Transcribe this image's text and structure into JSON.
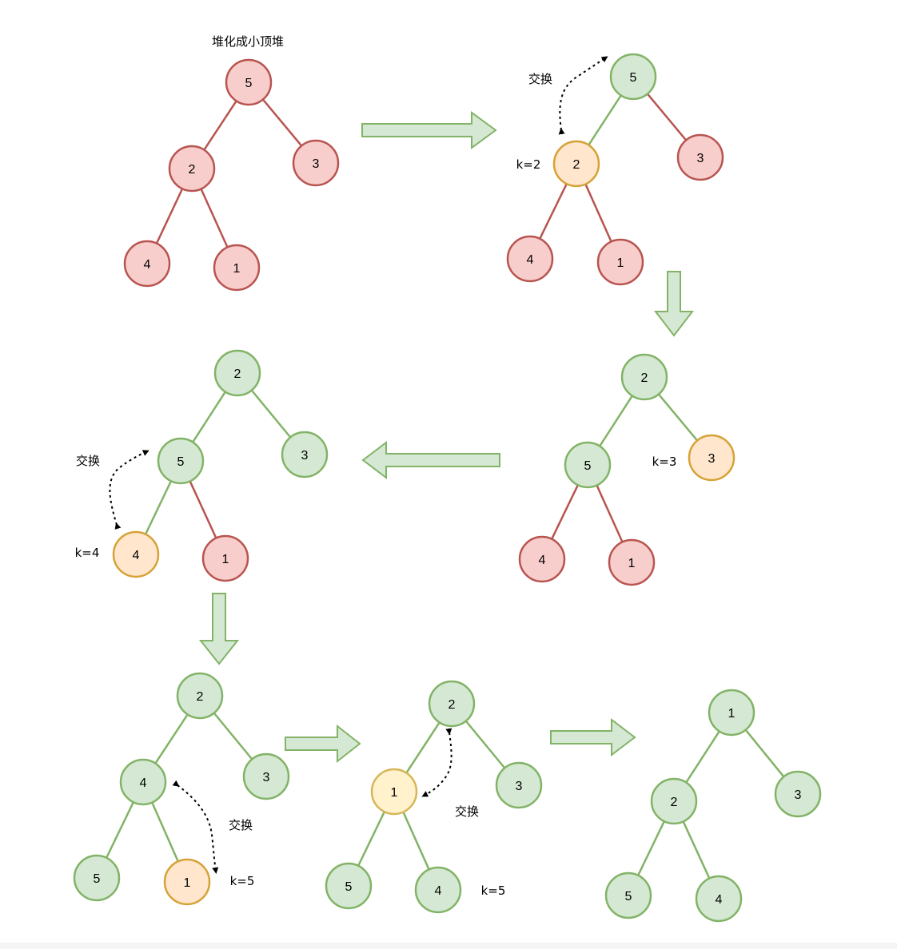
{
  "title": "堆化成小顶堆",
  "swap_label": "交换",
  "k_labels": {
    "step2": "k=2",
    "step3": "k=3",
    "step4": "k=4",
    "step5a": "k=5",
    "step5b": "k=5"
  },
  "colors": {
    "red_fill": "#f8cecc",
    "red_stroke": "#b85450",
    "green_fill": "#d5e8d4",
    "green_stroke": "#82b366",
    "orange_fill": "#ffe6cc",
    "orange_stroke": "#d6a237",
    "yellow_fill": "#fff2cc",
    "yellow_stroke": "#d6b656"
  },
  "trees": [
    {
      "name": "tree-1-initial",
      "nodes": [
        {
          "value": "5",
          "color": "red"
        },
        {
          "value": "2",
          "color": "red"
        },
        {
          "value": "3",
          "color": "red"
        },
        {
          "value": "4",
          "color": "red"
        },
        {
          "value": "1",
          "color": "red"
        }
      ]
    },
    {
      "name": "tree-2-k2",
      "nodes": [
        {
          "value": "5",
          "color": "green"
        },
        {
          "value": "2",
          "color": "orange"
        },
        {
          "value": "3",
          "color": "red"
        },
        {
          "value": "4",
          "color": "red"
        },
        {
          "value": "1",
          "color": "red"
        }
      ]
    },
    {
      "name": "tree-3-k3",
      "nodes": [
        {
          "value": "2",
          "color": "green"
        },
        {
          "value": "5",
          "color": "green"
        },
        {
          "value": "3",
          "color": "orange"
        },
        {
          "value": "4",
          "color": "red"
        },
        {
          "value": "1",
          "color": "red"
        }
      ]
    },
    {
      "name": "tree-4-k4",
      "nodes": [
        {
          "value": "2",
          "color": "green"
        },
        {
          "value": "5",
          "color": "green"
        },
        {
          "value": "3",
          "color": "green"
        },
        {
          "value": "4",
          "color": "orange"
        },
        {
          "value": "1",
          "color": "red"
        }
      ]
    },
    {
      "name": "tree-5-k5",
      "nodes": [
        {
          "value": "2",
          "color": "green"
        },
        {
          "value": "4",
          "color": "green"
        },
        {
          "value": "3",
          "color": "green"
        },
        {
          "value": "5",
          "color": "green"
        },
        {
          "value": "1",
          "color": "orange"
        }
      ]
    },
    {
      "name": "tree-6-k5-swap",
      "nodes": [
        {
          "value": "2",
          "color": "green"
        },
        {
          "value": "1",
          "color": "yellow"
        },
        {
          "value": "3",
          "color": "green"
        },
        {
          "value": "5",
          "color": "green"
        },
        {
          "value": "4",
          "color": "green"
        }
      ]
    },
    {
      "name": "tree-7-final",
      "nodes": [
        {
          "value": "1",
          "color": "green"
        },
        {
          "value": "2",
          "color": "green"
        },
        {
          "value": "3",
          "color": "green"
        },
        {
          "value": "5",
          "color": "green"
        },
        {
          "value": "4",
          "color": "green"
        }
      ]
    }
  ]
}
